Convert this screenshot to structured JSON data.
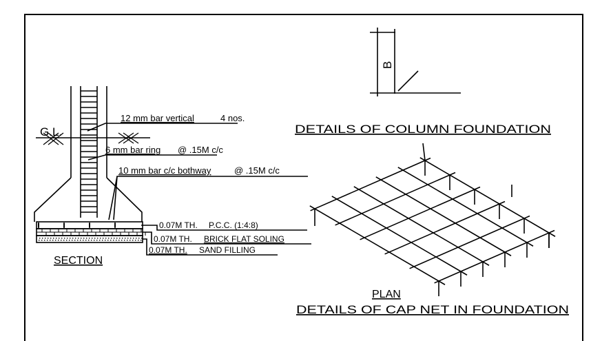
{
  "labels": {
    "gl": "G.L.",
    "bar_vertical": "12 mm bar vertical",
    "bar_vertical_count": "4 nos.",
    "bar_ring": "6 mm bar ring",
    "bar_ring_spacing": "@ .15M c/c",
    "bar_bothway": "10 mm bar c/c bothway",
    "bar_bothway_spacing": "@ .15M c/c",
    "pcc_thickness": "0.07M TH.",
    "pcc": "P.C.C. (1:4:8)",
    "soling_thickness": "0.07M TH.",
    "soling": "BRICK FLAT SOLING",
    "sand_thickness": "0.07M TH.",
    "sand": "SAND FILLING",
    "section": "SECTION",
    "column_b": "B",
    "column_title": "DETAILS  OF  COLUMN  FOUNDATION",
    "plan": "PLAN",
    "cap_net_title": "DETAILS  OF  CAP  NET  IN  FOUNDATION"
  },
  "colors": {
    "line": "#000000",
    "background": "#ffffff"
  }
}
